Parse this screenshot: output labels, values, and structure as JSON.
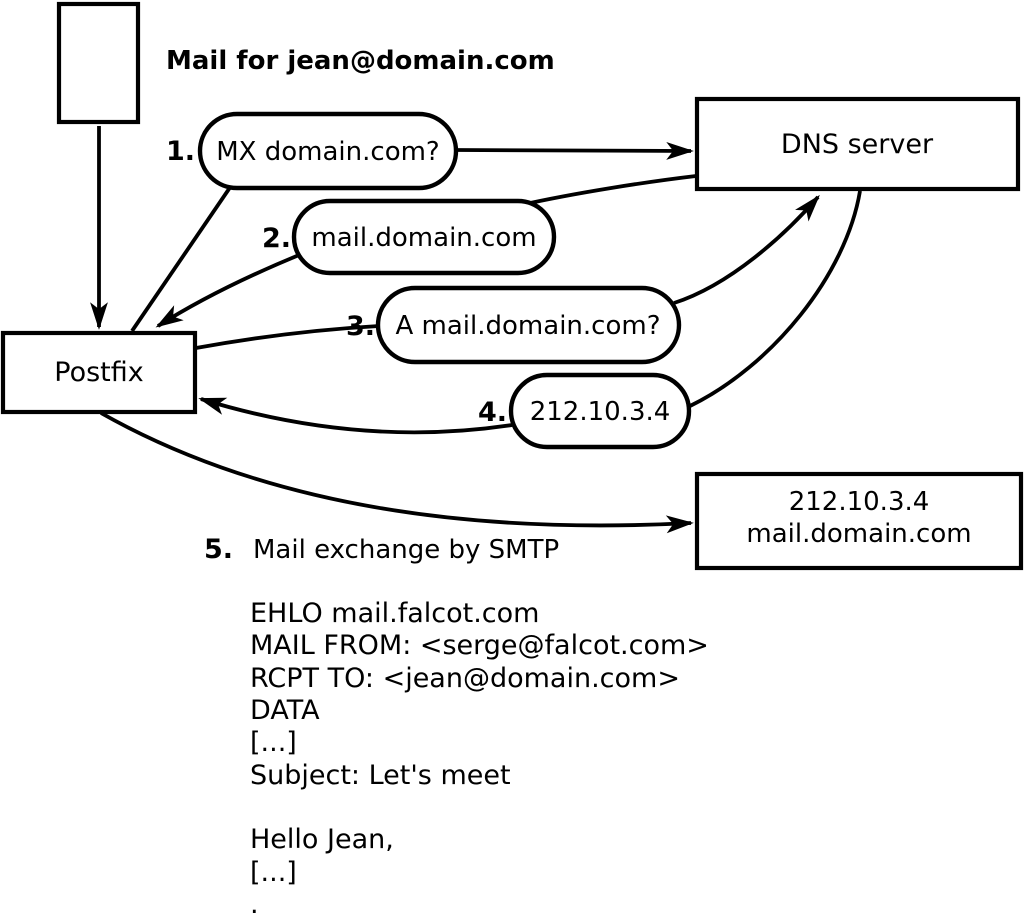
{
  "diagram_title": "Mail for jean@domain.com",
  "nodes": {
    "postfix": {
      "label": "Postfix"
    },
    "dns": {
      "label": "DNS server"
    },
    "mail_server": {
      "line1": "212.10.3.4",
      "line2": "mail.domain.com"
    }
  },
  "steps": [
    {
      "num": "1.",
      "label": "MX domain.com?"
    },
    {
      "num": "2.",
      "label": "mail.domain.com"
    },
    {
      "num": "3.",
      "label": "A mail.domain.com?"
    },
    {
      "num": "4.",
      "label": "212.10.3.4"
    },
    {
      "num": "5.",
      "label": "Mail exchange by SMTP"
    }
  ],
  "smtp_session": {
    "lines": [
      "EHLO mail.falcot.com",
      "MAIL FROM: <serge@falcot.com>",
      "RCPT TO: <jean@domain.com>",
      "DATA",
      "[...]",
      "Subject: Let's meet",
      "",
      "Hello Jean,",
      "[...]",
      "."
    ]
  },
  "colors": {
    "stroke": "#000000",
    "background": "#ffffff"
  }
}
